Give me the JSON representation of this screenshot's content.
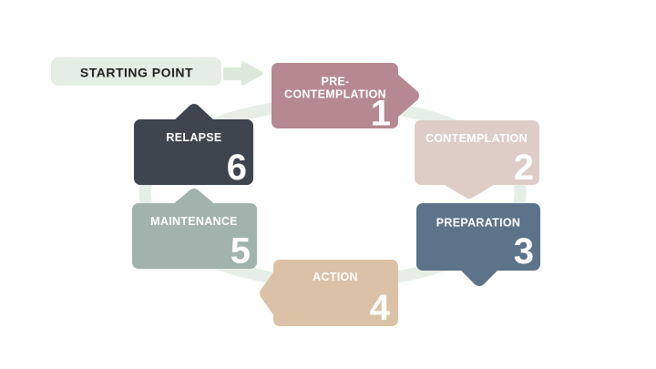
{
  "diagram": {
    "ring_color": "#e6efe7",
    "stage_text_color": "#ffffff",
    "starting_point": {
      "label": "STARTING POINT",
      "bg_color": "#e4eee4",
      "text_color": "#1f1f1f",
      "arrow_color": "#dce9da"
    },
    "stages": [
      {
        "number": "1",
        "label": "PRE-CONTEMPLATION",
        "label_line1": "PRE-",
        "label_line2": "CONTEMPLATION",
        "color": "#b68990",
        "pointer": "right"
      },
      {
        "number": "2",
        "label": "CONTEMPLATION",
        "color": "#ddcdc6",
        "pointer": "down"
      },
      {
        "number": "3",
        "label": "PREPARATION",
        "color": "#5d7389",
        "pointer": "down"
      },
      {
        "number": "4",
        "label": "ACTION",
        "color": "#dbc2a6",
        "pointer": "left"
      },
      {
        "number": "5",
        "label": "MAINTENANCE",
        "color": "#a2b3ad",
        "pointer": "up"
      },
      {
        "number": "6",
        "label": "RELAPSE",
        "color": "#3f454f",
        "pointer": "up"
      }
    ]
  }
}
